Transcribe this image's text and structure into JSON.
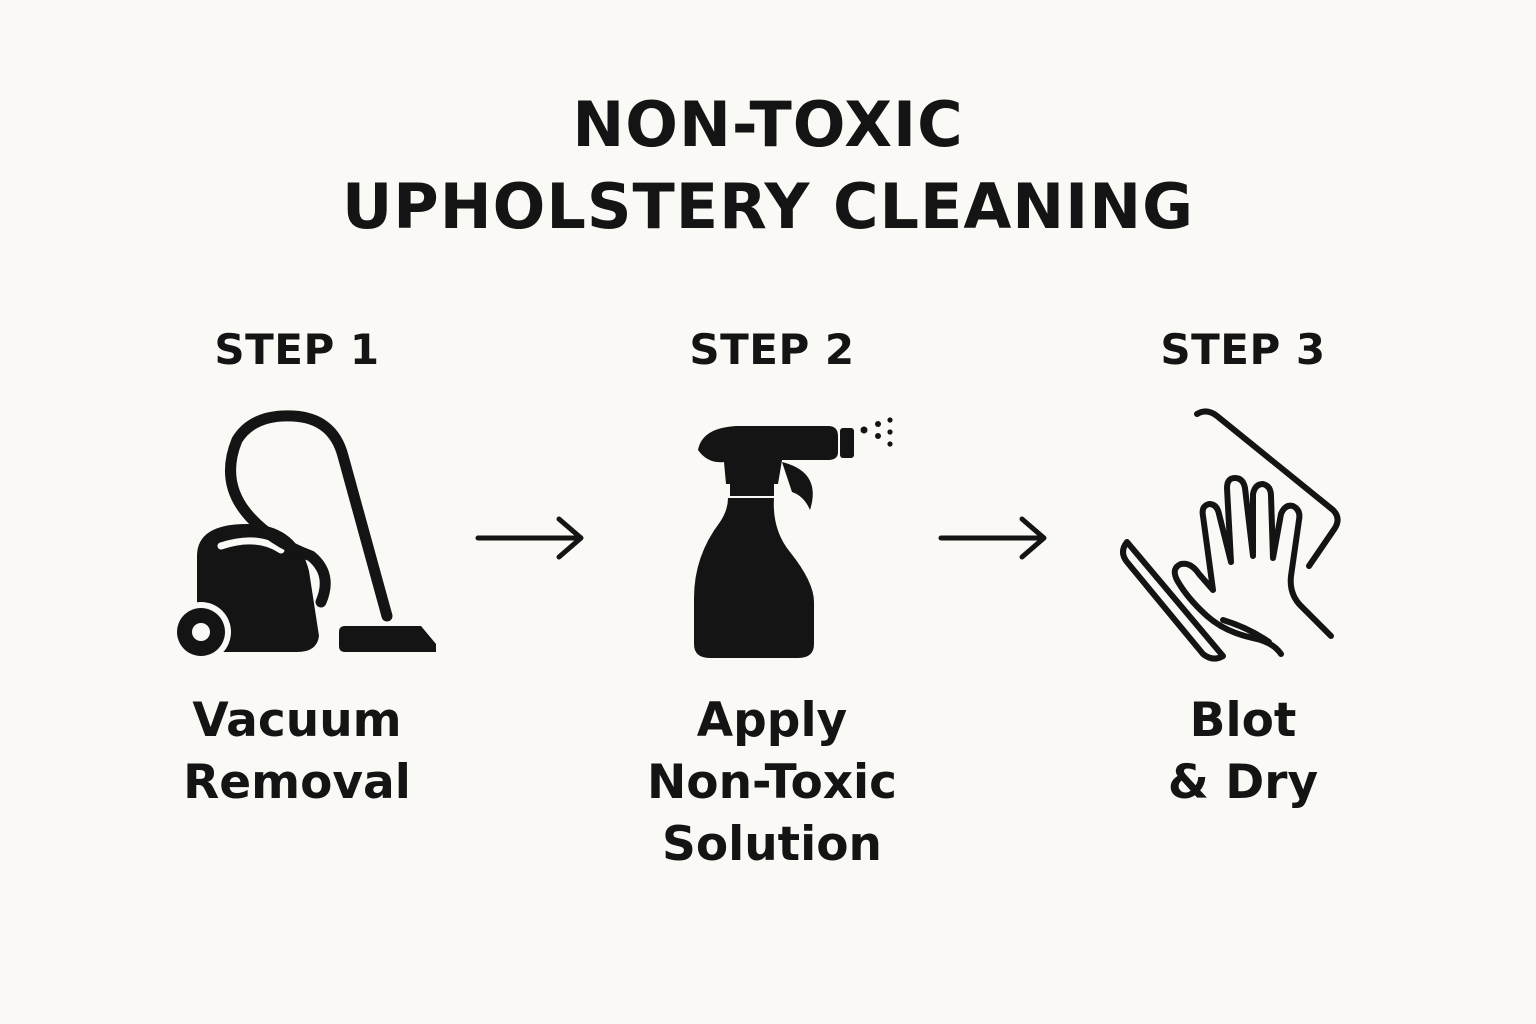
{
  "title": {
    "line1": "NON-TOXIC",
    "line2": "UPHOLSTERY CLEANING"
  },
  "steps": [
    {
      "label": "STEP 1",
      "icon": "vacuum-cleaner-icon",
      "text_lines": [
        "Vacuum",
        "Removal"
      ]
    },
    {
      "label": "STEP 2",
      "icon": "spray-bottle-icon",
      "text_lines": [
        "Apply",
        "Non-Toxic",
        "Solution"
      ]
    },
    {
      "label": "STEP 3",
      "icon": "hand-wiping-cloth-icon",
      "text_lines": [
        "Blot",
        "& Dry"
      ]
    }
  ],
  "colors": {
    "background": "#faf9f6",
    "ink": "#141414"
  }
}
